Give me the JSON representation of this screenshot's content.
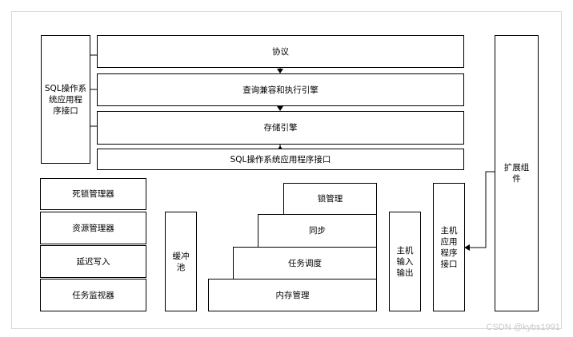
{
  "diagram": {
    "sql_api_left": "SQL操作系\n统应用程\n序接口",
    "protocol": "协议",
    "query_engine": "查询兼容和执行引擎",
    "storage_engine": "存储引擎",
    "sql_api_bottom": "SQL操作系统应用程序接口",
    "deadlock_manager": "死锁管理器",
    "resource_manager": "资源管理器",
    "lazy_writer": "延迟写入",
    "task_monitor": "任务监视器",
    "buffer_pool": "缓冲\n池",
    "lock_management": "锁管理",
    "sync": "同步",
    "task_scheduling": "任务调度",
    "memory_management": "内存管理",
    "host_io": "主机\n输入\n输出",
    "host_api": "主机\n应用\n程序\n接口",
    "extension": "扩展组\n件"
  },
  "watermark": "CSDN @kybs1991"
}
